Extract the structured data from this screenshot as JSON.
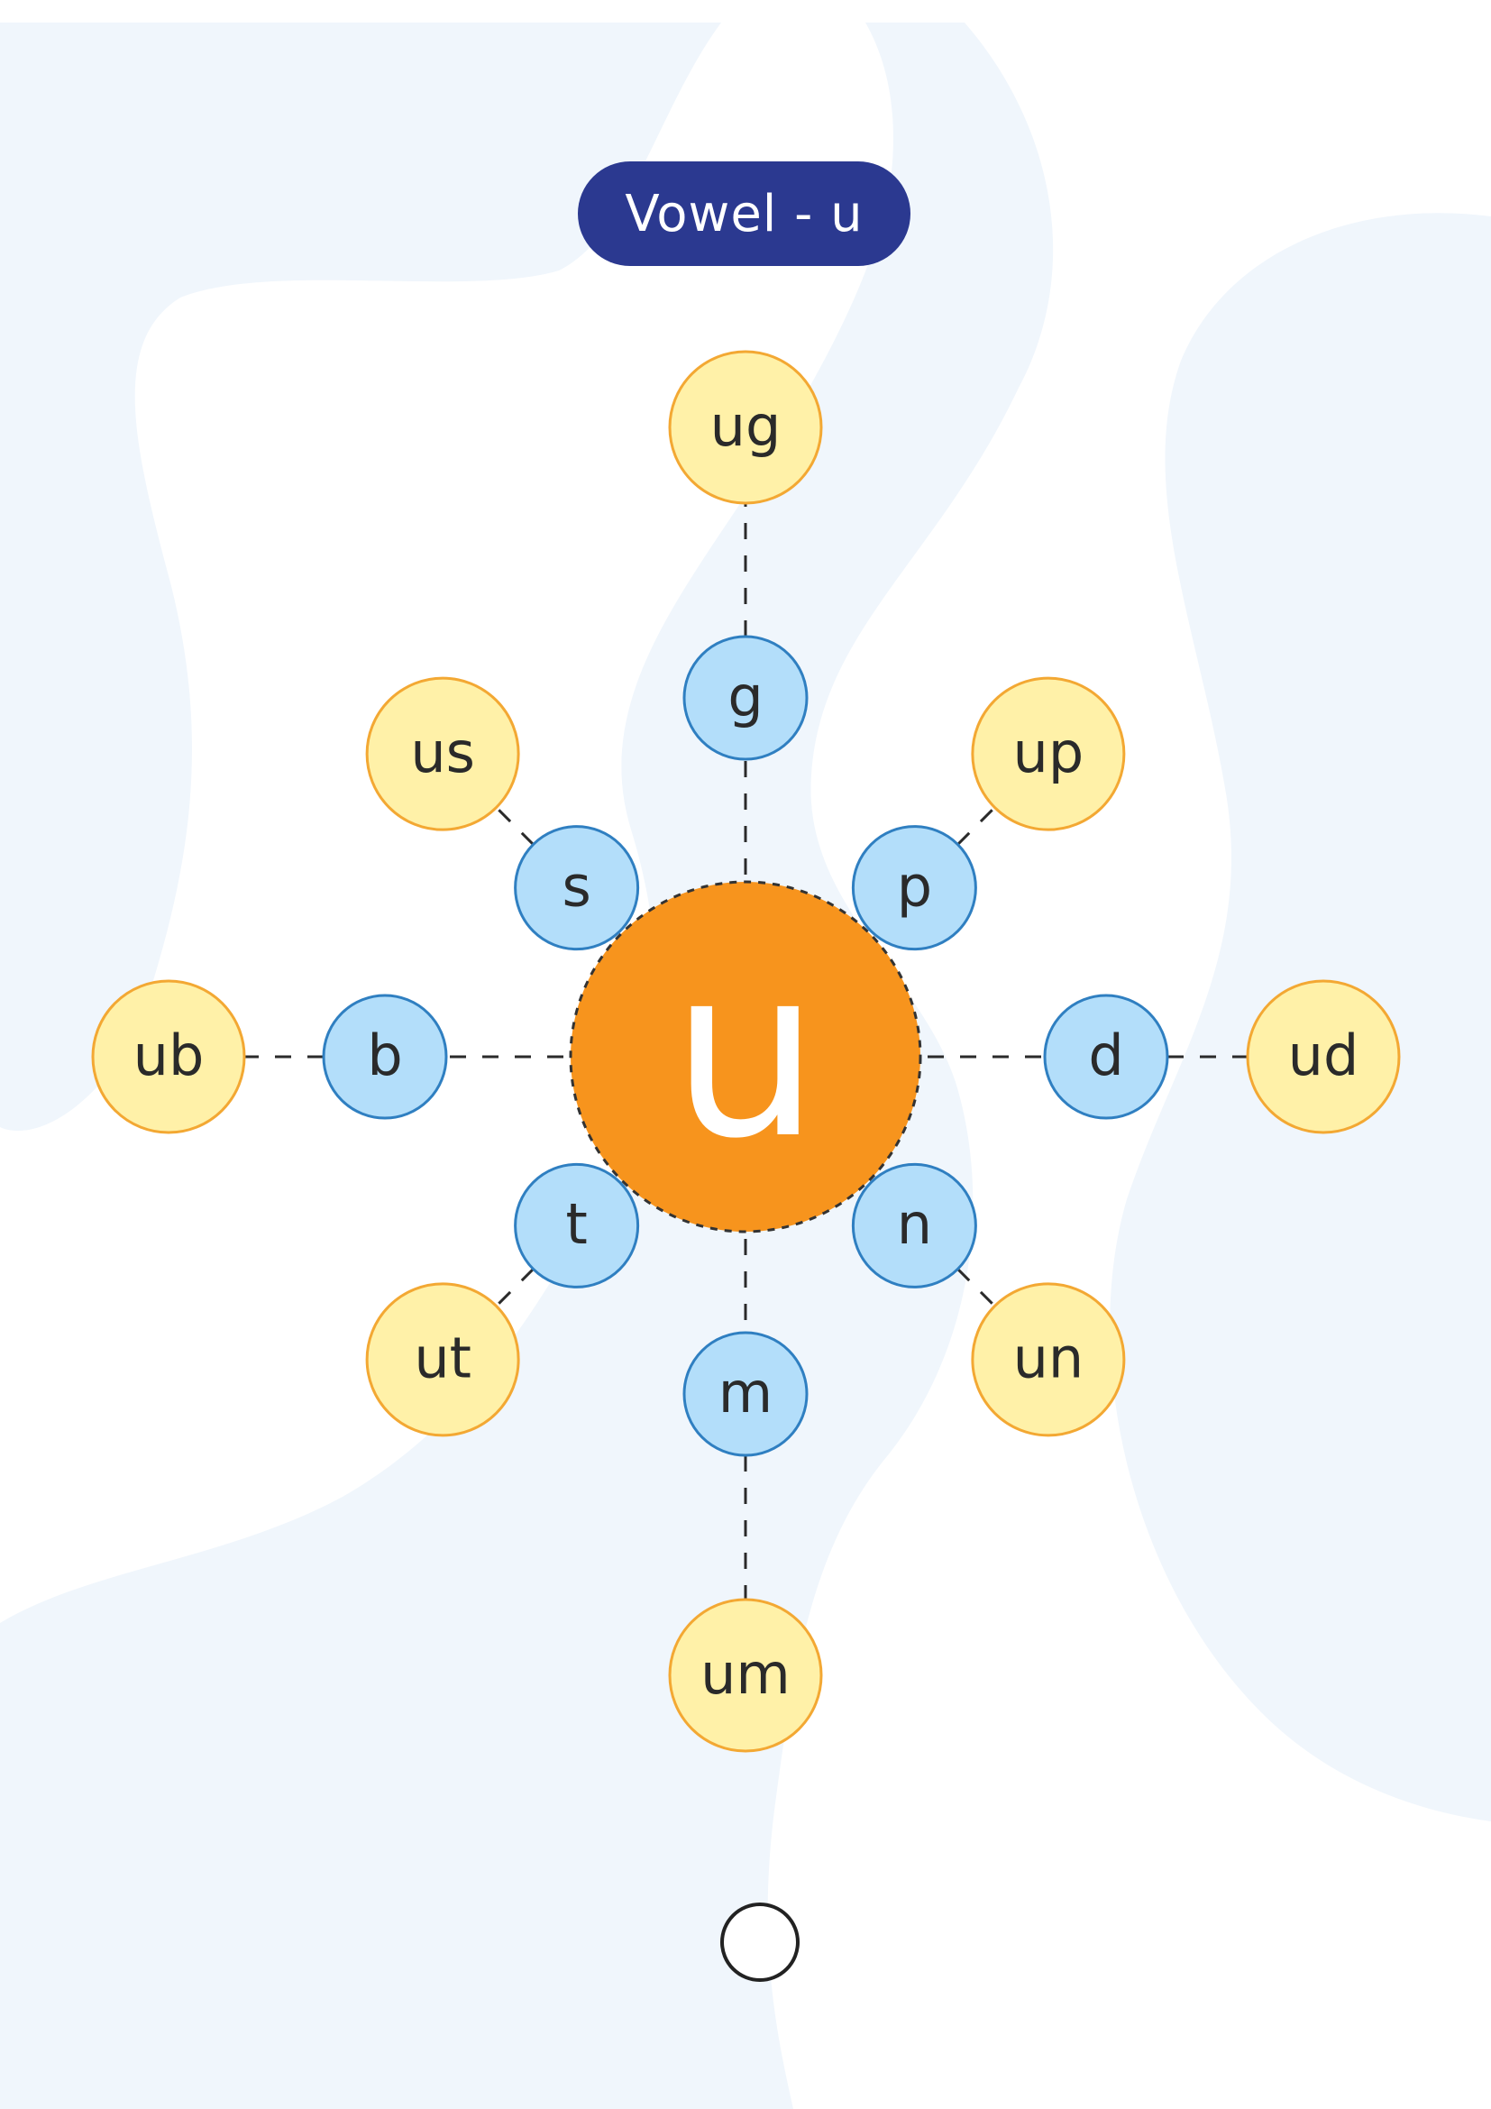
{
  "title": "Vowel - u",
  "center": {
    "label": "u",
    "fill": "#f7941d",
    "text_color": "#ffffff"
  },
  "colors": {
    "title_bg": "#2b3990",
    "consonant_fill": "#b3defa",
    "consonant_stroke": "#2f7fc1",
    "word_fill": "#fff1a8",
    "word_stroke": "#f3a833",
    "line": "#2a2a2a",
    "background_shape": "#eef6fc"
  },
  "branches": [
    {
      "consonant": "g",
      "word": "ug"
    },
    {
      "consonant": "p",
      "word": "up"
    },
    {
      "consonant": "d",
      "word": "ud"
    },
    {
      "consonant": "n",
      "word": "un"
    },
    {
      "consonant": "m",
      "word": "um"
    },
    {
      "consonant": "t",
      "word": "ut"
    },
    {
      "consonant": "b",
      "word": "ub"
    },
    {
      "consonant": "s",
      "word": "us"
    }
  ],
  "footer_circle": {
    "icon": "empty-circle-icon"
  }
}
